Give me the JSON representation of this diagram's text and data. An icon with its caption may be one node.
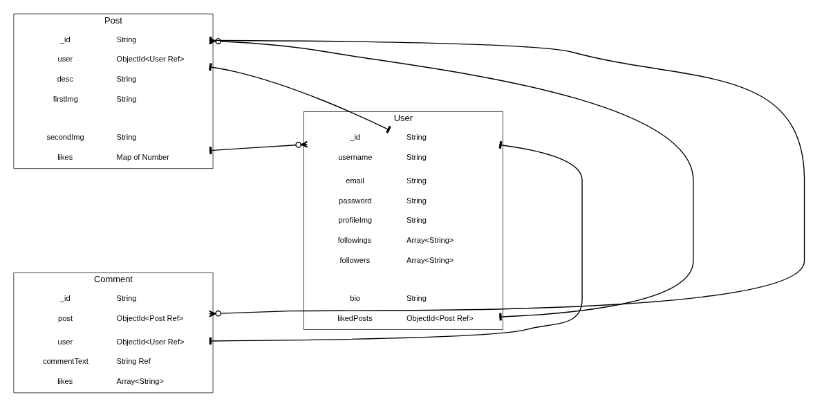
{
  "diagram": {
    "nodes": [
      {
        "text": [
          "Post"
        ]
      },
      {
        "text": [
          "_id",
          "String"
        ],
        "in": 0
      },
      {
        "text": [
          "user",
          "ObjectId<User Ref>"
        ],
        "in": 0
      },
      {
        "text": [
          "desc",
          "String"
        ],
        "in": 0
      },
      {
        "text": [
          "firstImg",
          "String"
        ],
        "in": 0
      },
      {
        "text": [
          "secondImg",
          "String"
        ],
        "in": 0
      },
      {
        "text": [
          "likes",
          "Map of Number"
        ],
        "in": 0
      },
      {
        "text": [
          "User"
        ]
      },
      {
        "text": [
          "_id",
          "String"
        ],
        "in": 7
      },
      {
        "text": [
          "username",
          "String"
        ],
        "in": 7
      },
      {
        "text": [
          "email",
          "String"
        ],
        "in": 7
      },
      {
        "text": [
          "password",
          "String"
        ],
        "in": 7
      },
      {
        "text": [
          "profileImg",
          "String"
        ],
        "in": 7
      },
      {
        "text": [
          "followings",
          "Array<String>"
        ],
        "in": 7
      },
      {
        "text": [
          "followers",
          "Array<String>"
        ],
        "in": 7
      },
      {
        "text": [
          "bio",
          "String"
        ],
        "in": 7
      },
      {
        "text": [
          "likedPosts",
          "ObjectId<Post Ref>"
        ],
        "in": 7
      },
      {
        "text": [
          "Comment"
        ]
      },
      {
        "text": [
          "_id",
          "String"
        ],
        "in": 17
      },
      {
        "text": [
          "post",
          "ObjectId<Post Ref>"
        ],
        "in": 17
      },
      {
        "text": [
          "user",
          "ObjectId<User Ref>"
        ],
        "in": 17
      },
      {
        "text": [
          "commentText",
          "String Ref"
        ],
        "in": 17
      },
      {
        "text": [
          "likes",
          "Array<String>"
        ],
        "in": 17
      }
    ],
    "edges": [
      {
        "from": 1,
        "to": 19,
        "arrow": "other"
      },
      {
        "from": 1,
        "to": 16,
        "arrow": "other"
      },
      {
        "from": 2,
        "to": 8,
        "arrow": "other"
      },
      {
        "from": 6,
        "to": 8,
        "arrow": "other"
      },
      {
        "from": 20,
        "to": 8,
        "arrow": "other"
      }
    ]
  }
}
